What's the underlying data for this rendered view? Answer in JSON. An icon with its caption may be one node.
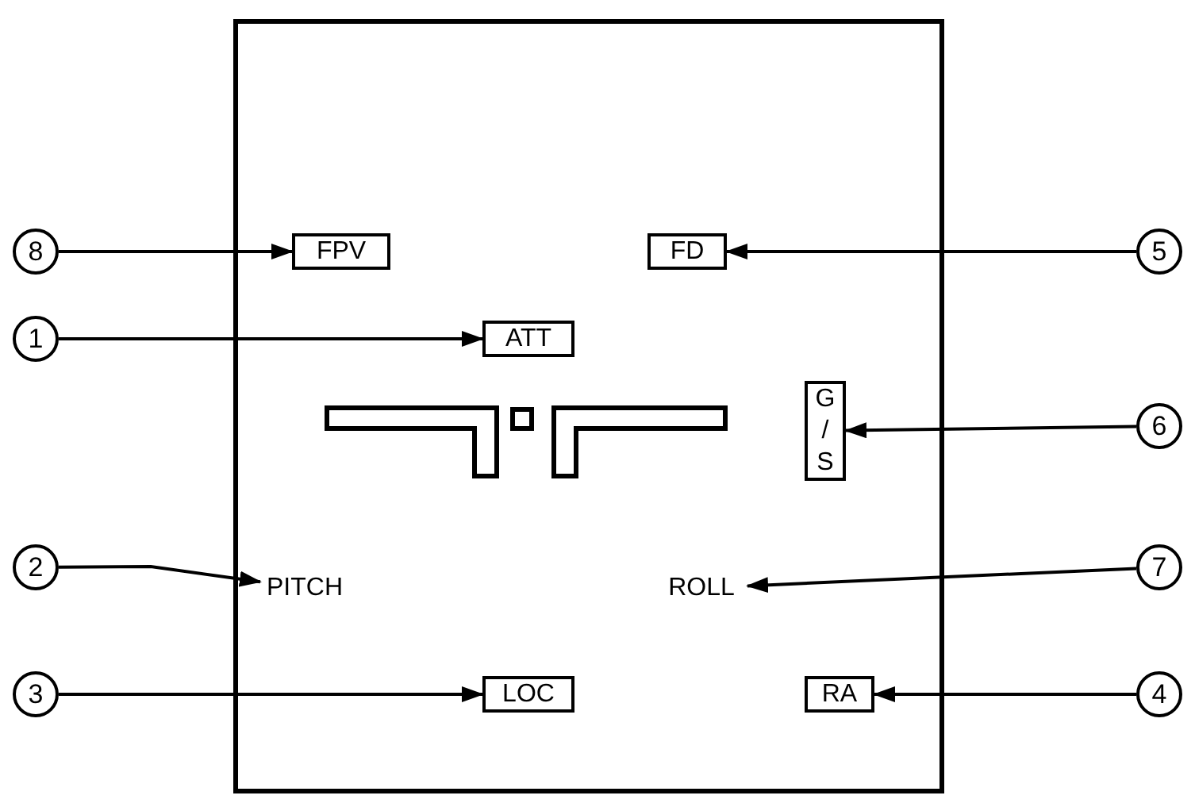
{
  "diagram": {
    "nodes": [
      {
        "text": [],
        "shape": "box"
      },
      {
        "text": [
          "8"
        ]
      },
      {
        "text": [
          "FPV"
        ],
        "in": 0
      },
      {
        "text": [
          "FD"
        ],
        "in": 0
      },
      {
        "text": [
          "5"
        ]
      },
      {
        "text": [
          "1"
        ]
      },
      {
        "text": [
          "ATT"
        ],
        "in": 0
      },
      {
        "text": [
          "G / S"
        ],
        "in": 0
      },
      {
        "text": [
          "6"
        ]
      },
      {
        "text": [
          "2"
        ]
      },
      {
        "text": [
          "PITCH"
        ],
        "in": 0
      },
      {
        "text": [
          "7"
        ]
      },
      {
        "text": [
          "ROLL"
        ],
        "in": 0
      },
      {
        "text": [
          "3"
        ]
      },
      {
        "text": [
          "LOC"
        ],
        "in": 0
      },
      {
        "text": [
          "RA"
        ],
        "in": 0
      },
      {
        "text": [
          "4"
        ]
      }
    ],
    "edges": [
      {
        "from": 1,
        "to": 2,
        "arrow": "to"
      },
      {
        "from": 4,
        "to": 3,
        "arrow": "to"
      },
      {
        "from": 5,
        "to": 6,
        "arrow": "to"
      },
      {
        "from": 8,
        "to": 7,
        "arrow": "to"
      },
      {
        "from": 9,
        "to": 10,
        "arrow": "to"
      },
      {
        "from": 11,
        "to": 12,
        "arrow": "to"
      },
      {
        "from": 13,
        "to": 14,
        "arrow": "to"
      },
      {
        "from": 16,
        "to": 15,
        "arrow": "to"
      }
    ]
  }
}
